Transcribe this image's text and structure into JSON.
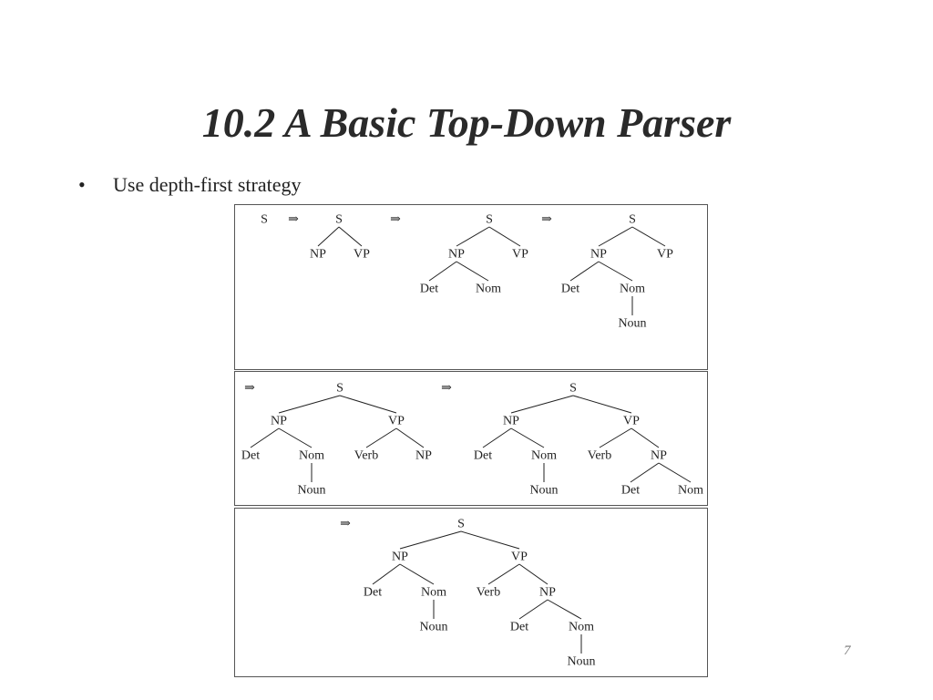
{
  "slide": {
    "title": "10.2 A Basic Top-Down Parser",
    "bullets": [
      {
        "marker": "•",
        "text": "Use depth-first strategy"
      }
    ],
    "page_number": "7"
  },
  "derivation": {
    "arrow": "⇒",
    "panels": [
      {
        "arrows": 3,
        "trees": [
          {
            "nodes": [
              {
                "label": "S"
              }
            ]
          },
          {
            "nodes": [
              {
                "label": "S"
              },
              {
                "label": "NP"
              },
              {
                "label": "VP"
              }
            ],
            "edges": [
              [
                0,
                1
              ],
              [
                0,
                2
              ]
            ]
          },
          {
            "nodes": [
              {
                "label": "S"
              },
              {
                "label": "NP"
              },
              {
                "label": "VP"
              },
              {
                "label": "Det"
              },
              {
                "label": "Nom"
              }
            ],
            "edges": [
              [
                0,
                1
              ],
              [
                0,
                2
              ],
              [
                1,
                3
              ],
              [
                1,
                4
              ]
            ]
          },
          {
            "nodes": [
              {
                "label": "S"
              },
              {
                "label": "NP"
              },
              {
                "label": "VP"
              },
              {
                "label": "Det"
              },
              {
                "label": "Nom"
              },
              {
                "label": "Noun"
              }
            ],
            "edges": [
              [
                0,
                1
              ],
              [
                0,
                2
              ],
              [
                1,
                3
              ],
              [
                1,
                4
              ],
              [
                4,
                5
              ]
            ]
          }
        ]
      },
      {
        "arrows": 2,
        "trees": [
          {
            "nodes": [
              {
                "label": "S"
              },
              {
                "label": "NP"
              },
              {
                "label": "VP"
              },
              {
                "label": "Det"
              },
              {
                "label": "Nom"
              },
              {
                "label": "Verb"
              },
              {
                "label": "NP"
              },
              {
                "label": "Noun"
              }
            ],
            "edges": [
              [
                0,
                1
              ],
              [
                0,
                2
              ],
              [
                1,
                3
              ],
              [
                1,
                4
              ],
              [
                2,
                5
              ],
              [
                2,
                6
              ],
              [
                4,
                7
              ]
            ]
          },
          {
            "nodes": [
              {
                "label": "S"
              },
              {
                "label": "NP"
              },
              {
                "label": "VP"
              },
              {
                "label": "Det"
              },
              {
                "label": "Nom"
              },
              {
                "label": "Verb"
              },
              {
                "label": "NP"
              },
              {
                "label": "Noun"
              },
              {
                "label": "Det"
              },
              {
                "label": "Nom"
              }
            ],
            "edges": [
              [
                0,
                1
              ],
              [
                0,
                2
              ],
              [
                1,
                3
              ],
              [
                1,
                4
              ],
              [
                2,
                5
              ],
              [
                2,
                6
              ],
              [
                4,
                7
              ],
              [
                6,
                8
              ],
              [
                6,
                9
              ]
            ]
          }
        ]
      },
      {
        "arrows": 1,
        "trees": [
          {
            "nodes": [
              {
                "label": "S"
              },
              {
                "label": "NP"
              },
              {
                "label": "VP"
              },
              {
                "label": "Det"
              },
              {
                "label": "Nom"
              },
              {
                "label": "Verb"
              },
              {
                "label": "NP"
              },
              {
                "label": "Noun"
              },
              {
                "label": "Det"
              },
              {
                "label": "Nom"
              },
              {
                "label": "Noun"
              }
            ],
            "edges": [
              [
                0,
                1
              ],
              [
                0,
                2
              ],
              [
                1,
                3
              ],
              [
                1,
                4
              ],
              [
                2,
                5
              ],
              [
                2,
                6
              ],
              [
                4,
                7
              ],
              [
                6,
                8
              ],
              [
                6,
                9
              ],
              [
                9,
                10
              ]
            ]
          }
        ]
      }
    ]
  }
}
